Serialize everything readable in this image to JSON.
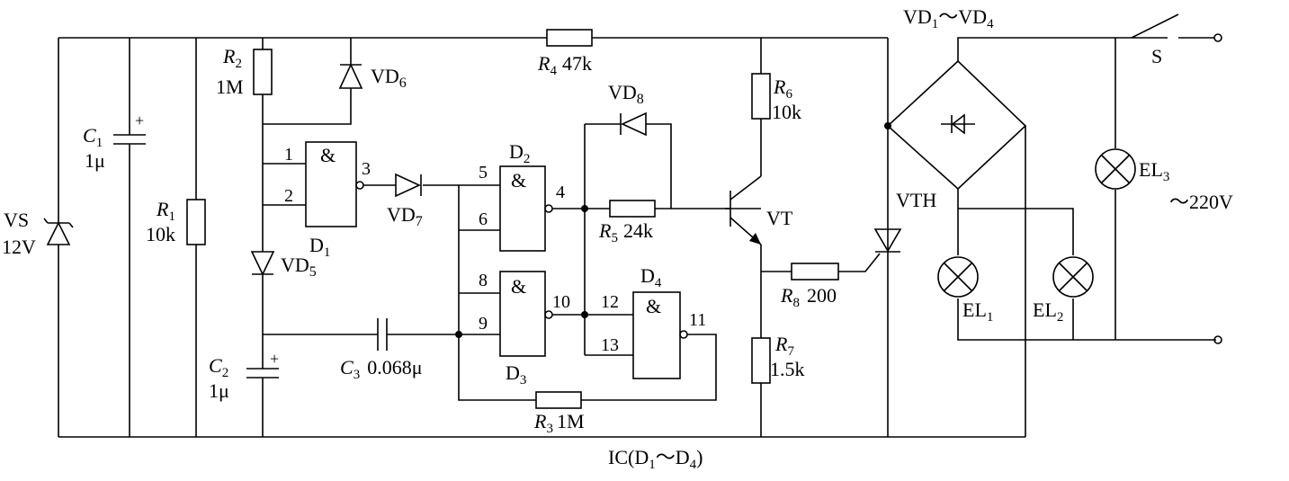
{
  "labels": {
    "vs_name": "VS",
    "vs_value": "12V",
    "c1_name": "C",
    "c1_sub": "1",
    "c1_value": "1μ",
    "c1_pol": "+",
    "r1_name": "R",
    "r1_sub": "1",
    "r1_value": "10k",
    "r2_name": "R",
    "r2_sub": "2",
    "r2_value": "1M",
    "vd6_name": "VD",
    "vd6_sub": "6",
    "r4_name": "R",
    "r4_sub": "4",
    "r4_value": "47k",
    "vd5_name": "VD",
    "vd5_sub": "5",
    "c2_name": "C",
    "c2_sub": "2",
    "c2_value": "1μ",
    "c2_pol": "+",
    "c3_name": "C",
    "c3_sub": "3",
    "c3_value": "0.068μ",
    "vd7_name": "VD",
    "vd7_sub": "7",
    "vd8_name": "VD",
    "vd8_sub": "8",
    "r5_name": "R",
    "r5_sub": "5",
    "r5_value": "24k",
    "r6_name": "R",
    "r6_sub": "6",
    "r6_value": "10k",
    "r7_name": "R",
    "r7_sub": "7",
    "r7_value": "1.5k",
    "r8_name": "R",
    "r8_sub": "8",
    "r8_value": "200",
    "r3_name": "R",
    "r3_sub": "3",
    "r3_value": "1M",
    "vt_name": "VT",
    "vth_name": "VTH",
    "d1_name": "D",
    "d1_sub": "1",
    "d2_name": "D",
    "d2_sub": "2",
    "d3_name": "D",
    "d3_sub": "3",
    "d4_name": "D",
    "d4_sub": "4",
    "gate_symbol": "&",
    "pin1": "1",
    "pin2": "2",
    "pin3": "3",
    "pin4": "4",
    "pin5": "5",
    "pin6": "6",
    "pin8": "8",
    "pin9": "9",
    "pin10": "10",
    "pin11": "11",
    "pin12": "12",
    "pin13": "13",
    "bridge_a": "VD",
    "bridge_a_sub": "1",
    "bridge_sep": "～",
    "bridge_b": "VD",
    "bridge_b_sub": "4",
    "switch_name": "S",
    "el1_name": "EL",
    "el1_sub": "1",
    "el2_name": "EL",
    "el2_sub": "2",
    "el3_name": "EL",
    "el3_sub": "3",
    "mains": "～220V",
    "ic_a": "IC(D",
    "ic_a_sub": "1",
    "ic_sep": "～D",
    "ic_b_sub": "4",
    "ic_close": ")"
  }
}
